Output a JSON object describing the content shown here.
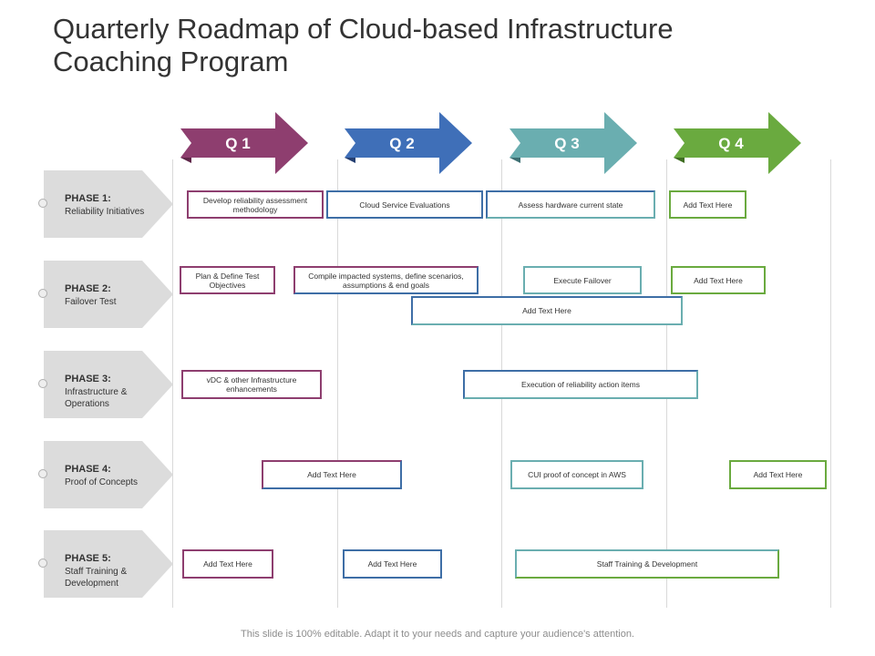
{
  "title": "Quarterly Roadmap of Cloud-based Infrastructure Coaching Program",
  "quarters": [
    {
      "label": "Q 1",
      "color": "#8e3e6f",
      "shade": "#5e2648"
    },
    {
      "label": "Q 2",
      "color": "#3f6fb8",
      "shade": "#253f72"
    },
    {
      "label": "Q 3",
      "color": "#6aaeb0",
      "shade": "#3e7073"
    },
    {
      "label": "Q 4",
      "color": "#6aaa3f",
      "shade": "#3f6e22"
    }
  ],
  "phase_fill": "#dcdcdc",
  "phases": [
    {
      "title": "PHASE 1:",
      "subtitle": "Reliability Initiatives"
    },
    {
      "title": "PHASE 2:",
      "subtitle": "Failover Test"
    },
    {
      "title": "PHASE 3:",
      "subtitle": "Infrastructure & Operations"
    },
    {
      "title": "PHASE 4:",
      "subtitle": "Proof of Concepts"
    },
    {
      "title": "PHASE 5:",
      "subtitle": "Staff Training & Development"
    }
  ],
  "tasks": {
    "p1": [
      "Develop reliability assessment methodology",
      "Cloud Service Evaluations",
      "Assess hardware current state",
      "Add Text Here"
    ],
    "p2": [
      "Plan & Define Test Objectives",
      "Compile impacted systems, define scenarios, assumptions & end goals",
      "Execute Failover",
      "Add Text Here",
      "Add Text Here"
    ],
    "p3": [
      "vDC & other Infrastructure enhancements",
      "Execution of reliability action items"
    ],
    "p4": [
      "Add Text Here",
      "CUI proof of concept in AWS",
      "Add Text Here"
    ],
    "p5": [
      "Add Text Here",
      "Add Text Here",
      "Staff Training & Development"
    ]
  },
  "footer": "This slide is 100% editable. Adapt it to your needs and capture your audience's attention."
}
